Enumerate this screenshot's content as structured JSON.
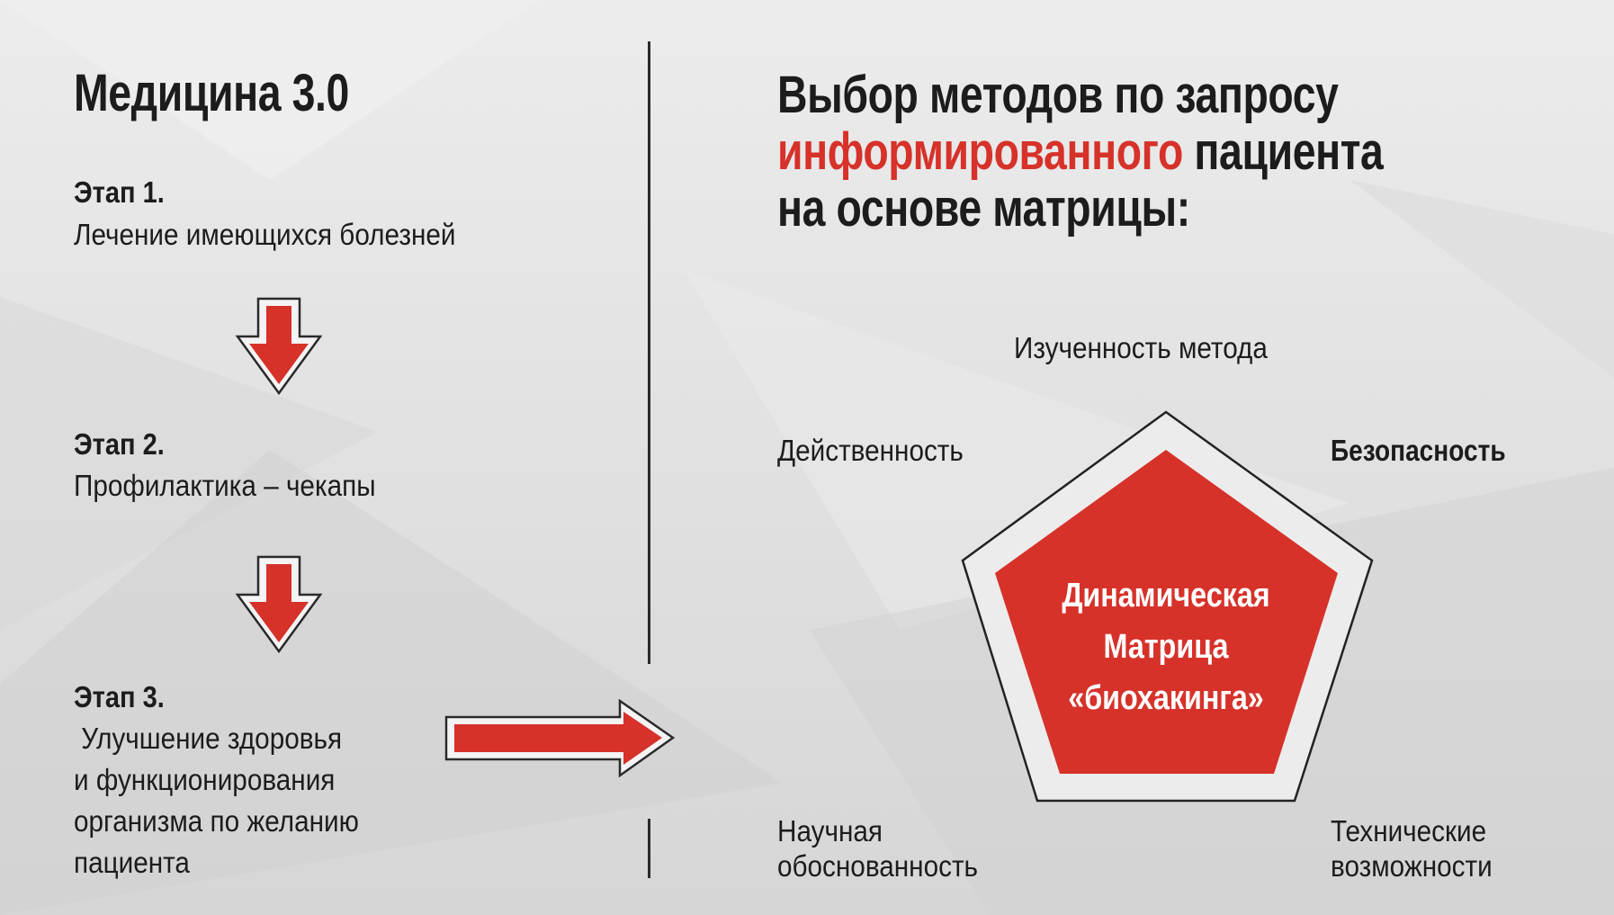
{
  "left": {
    "title": "Медицина 3.0",
    "stages": [
      {
        "label": "Этап 1.",
        "lines": [
          "Лечение имеющихся болезней"
        ]
      },
      {
        "label": "Этап 2.",
        "lines": [
          "Профилактика – чекапы"
        ]
      },
      {
        "label": "Этап 3.",
        "lines": [
          " Улучшение здоровья",
          "и функционирования",
          "организма по желанию",
          "пациента"
        ]
      }
    ]
  },
  "right": {
    "title_line1": "Выбор методов по запросу",
    "title_line2_red": "информированного",
    "title_line2_rest": " пациента",
    "title_line3": "на основе матрицы:",
    "labels": {
      "top": "Изученность метода",
      "left": "Действенность",
      "right": "Безопасность",
      "bottom_left": [
        "Научная",
        "обоснованность"
      ],
      "bottom_right": [
        "Технические",
        "возможности"
      ]
    },
    "center": [
      "Динамическая",
      "Матрица",
      "«биохакинга»"
    ]
  },
  "colors": {
    "accent": "#d6322a",
    "text": "#1c1c1c",
    "background": "#e4e4e4"
  }
}
